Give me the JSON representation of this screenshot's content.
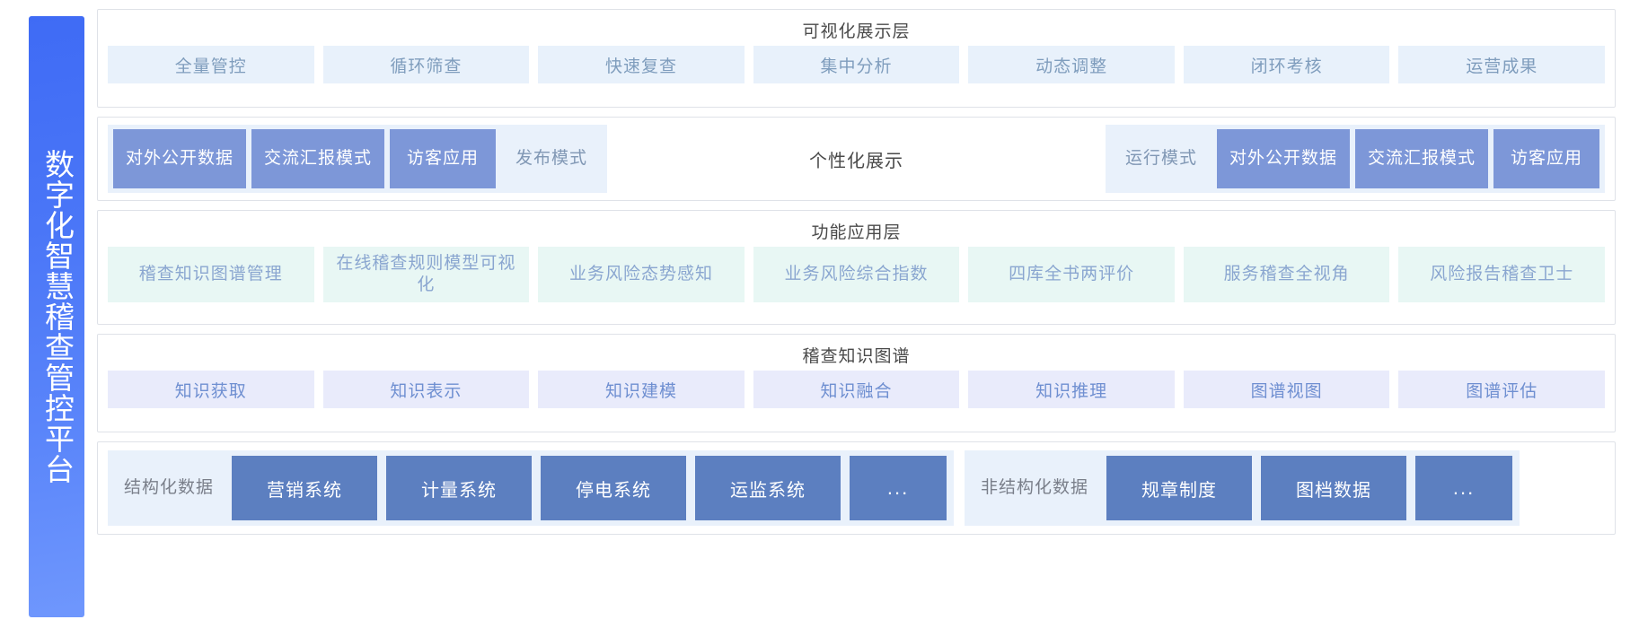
{
  "platform": {
    "title": "数字化智慧稽查管控平台",
    "brand_color": "#4a76f7"
  },
  "layers": {
    "visualization": {
      "title": "可视化展示层",
      "chip_color": "#e8f1fb",
      "items": [
        {
          "label": "全量管控"
        },
        {
          "label": "循环筛查"
        },
        {
          "label": "快速复查"
        },
        {
          "label": "集中分析"
        },
        {
          "label": "动态调整"
        },
        {
          "label": "闭环考核"
        },
        {
          "label": "运营成果"
        }
      ]
    },
    "mode": {
      "center_label": "个性化展示",
      "solid_color": "#7d97d8",
      "band_color": "#e9f1fb",
      "left": [
        {
          "label": "对外公开数据",
          "style": "solid"
        },
        {
          "label": "交流汇报模式",
          "style": "solid"
        },
        {
          "label": "访客应用",
          "style": "solid"
        },
        {
          "label": "发布模式",
          "style": "ghost"
        }
      ],
      "right": [
        {
          "label": "运行模式",
          "style": "ghost"
        },
        {
          "label": "对外公开数据",
          "style": "solid"
        },
        {
          "label": "交流汇报模式",
          "style": "solid"
        },
        {
          "label": "访客应用",
          "style": "solid"
        }
      ]
    },
    "function": {
      "title": "功能应用层",
      "chip_color": "#e8f7f4",
      "items": [
        {
          "label": "稽查知识图谱管理"
        },
        {
          "label": "在线稽查规则模型可视化"
        },
        {
          "label": "业务风险态势感知"
        },
        {
          "label": "业务风险综合指数"
        },
        {
          "label": "四库全书两评价"
        },
        {
          "label": "服务稽查全视角"
        },
        {
          "label": "风险报告稽查卫士"
        }
      ]
    },
    "knowledge_graph": {
      "title": "稽查知识图谱",
      "chip_color": "#e9ebfb",
      "items": [
        {
          "label": "知识获取"
        },
        {
          "label": "知识表示"
        },
        {
          "label": "知识建模"
        },
        {
          "label": "知识融合"
        },
        {
          "label": "知识推理"
        },
        {
          "label": "图谱视图"
        },
        {
          "label": "图谱评估"
        }
      ]
    },
    "data_source": {
      "box_color": "#5c7fc0",
      "structured": {
        "label": "结构化数据",
        "items": [
          {
            "label": "营销系统"
          },
          {
            "label": "计量系统"
          },
          {
            "label": "停电系统"
          },
          {
            "label": "运监系统"
          },
          {
            "label": "..."
          }
        ]
      },
      "unstructured": {
        "label": "非结构化数据",
        "items": [
          {
            "label": "规章制度"
          },
          {
            "label": "图档数据"
          },
          {
            "label": "..."
          }
        ]
      }
    }
  }
}
